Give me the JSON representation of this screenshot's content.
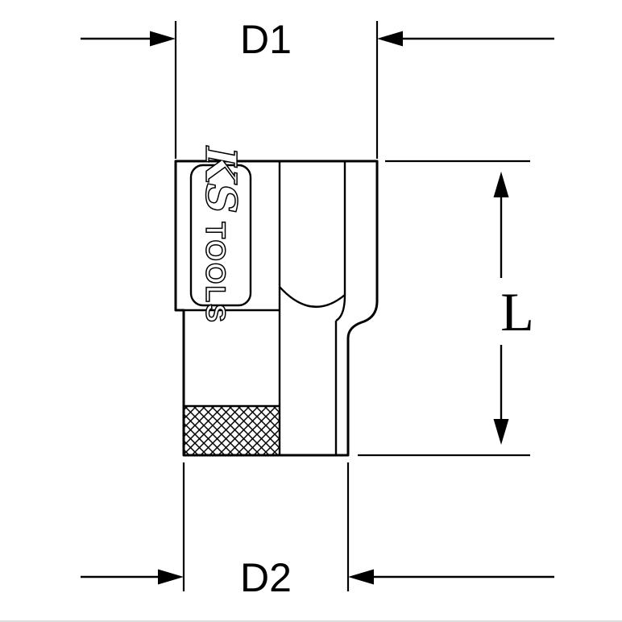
{
  "diagram": {
    "dimensions": {
      "d1": "D1",
      "d2": "D2",
      "length": "L"
    },
    "logo": {
      "ks": "KS",
      "tools": "TOOLS"
    },
    "colors": {
      "line": "#000000",
      "background": "#ffffff",
      "edge": "#dcdcdc"
    }
  }
}
